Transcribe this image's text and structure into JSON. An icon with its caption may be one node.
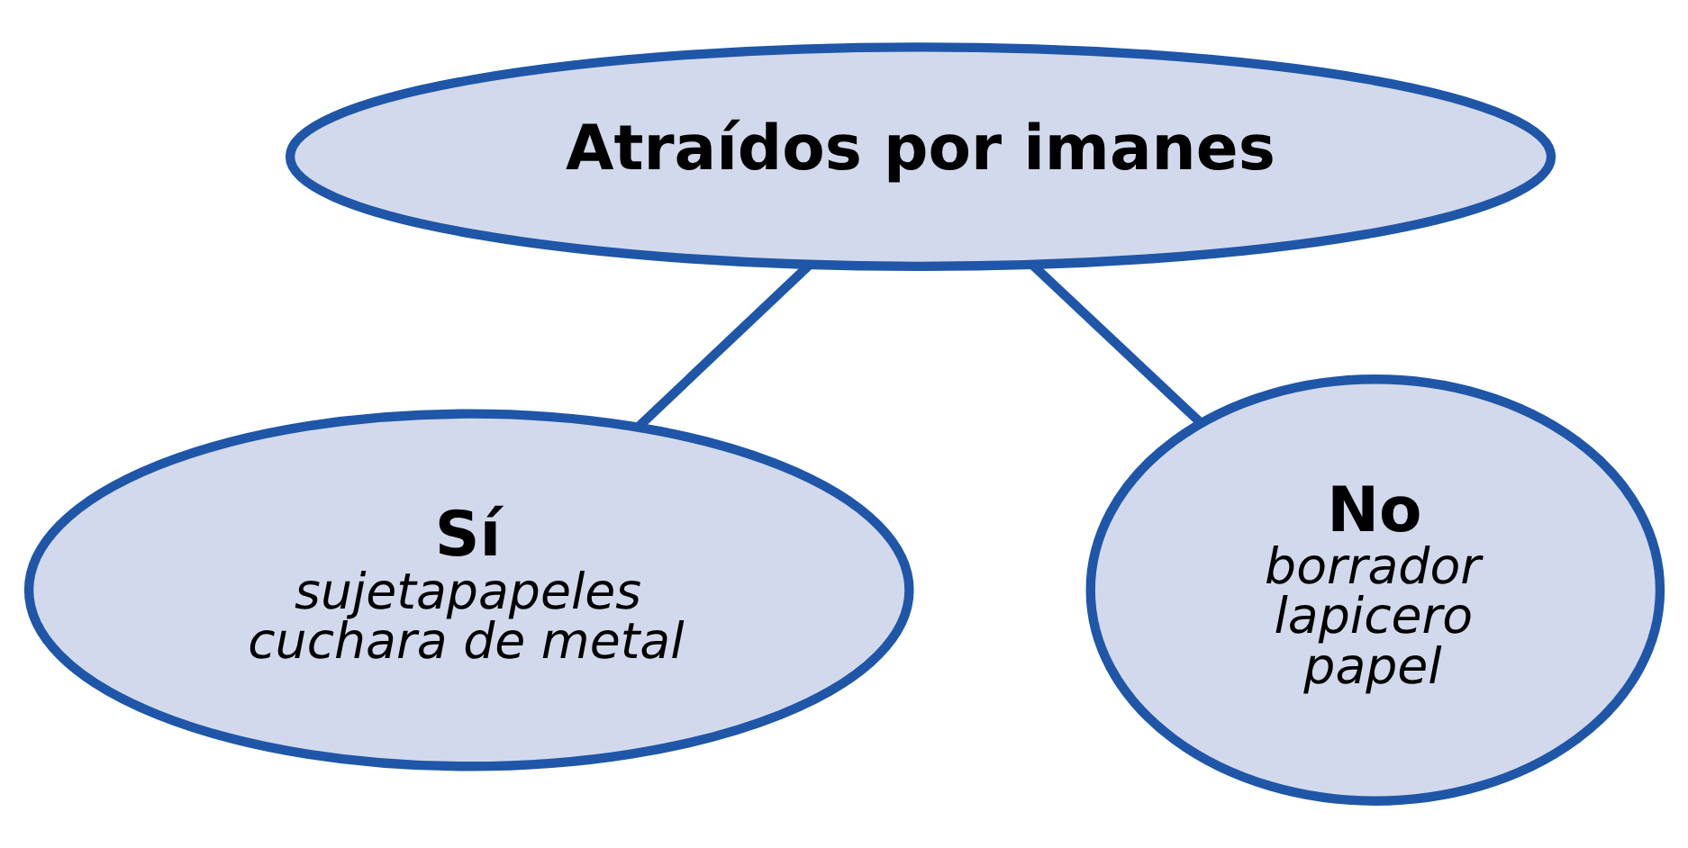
{
  "diagram": {
    "nodes": [
      {
        "text": [
          "Atraídos por imanes"
        ]
      },
      {
        "text": [
          "Sí",
          "sujetapapeles",
          "cuchara de metal"
        ]
      },
      {
        "text": [
          "No",
          "borrador",
          "lapicero",
          "papel"
        ]
      }
    ],
    "edges": [
      {
        "from": 0,
        "to": 1,
        "arrow": "none"
      },
      {
        "from": 0,
        "to": 2,
        "arrow": "none"
      }
    ]
  }
}
